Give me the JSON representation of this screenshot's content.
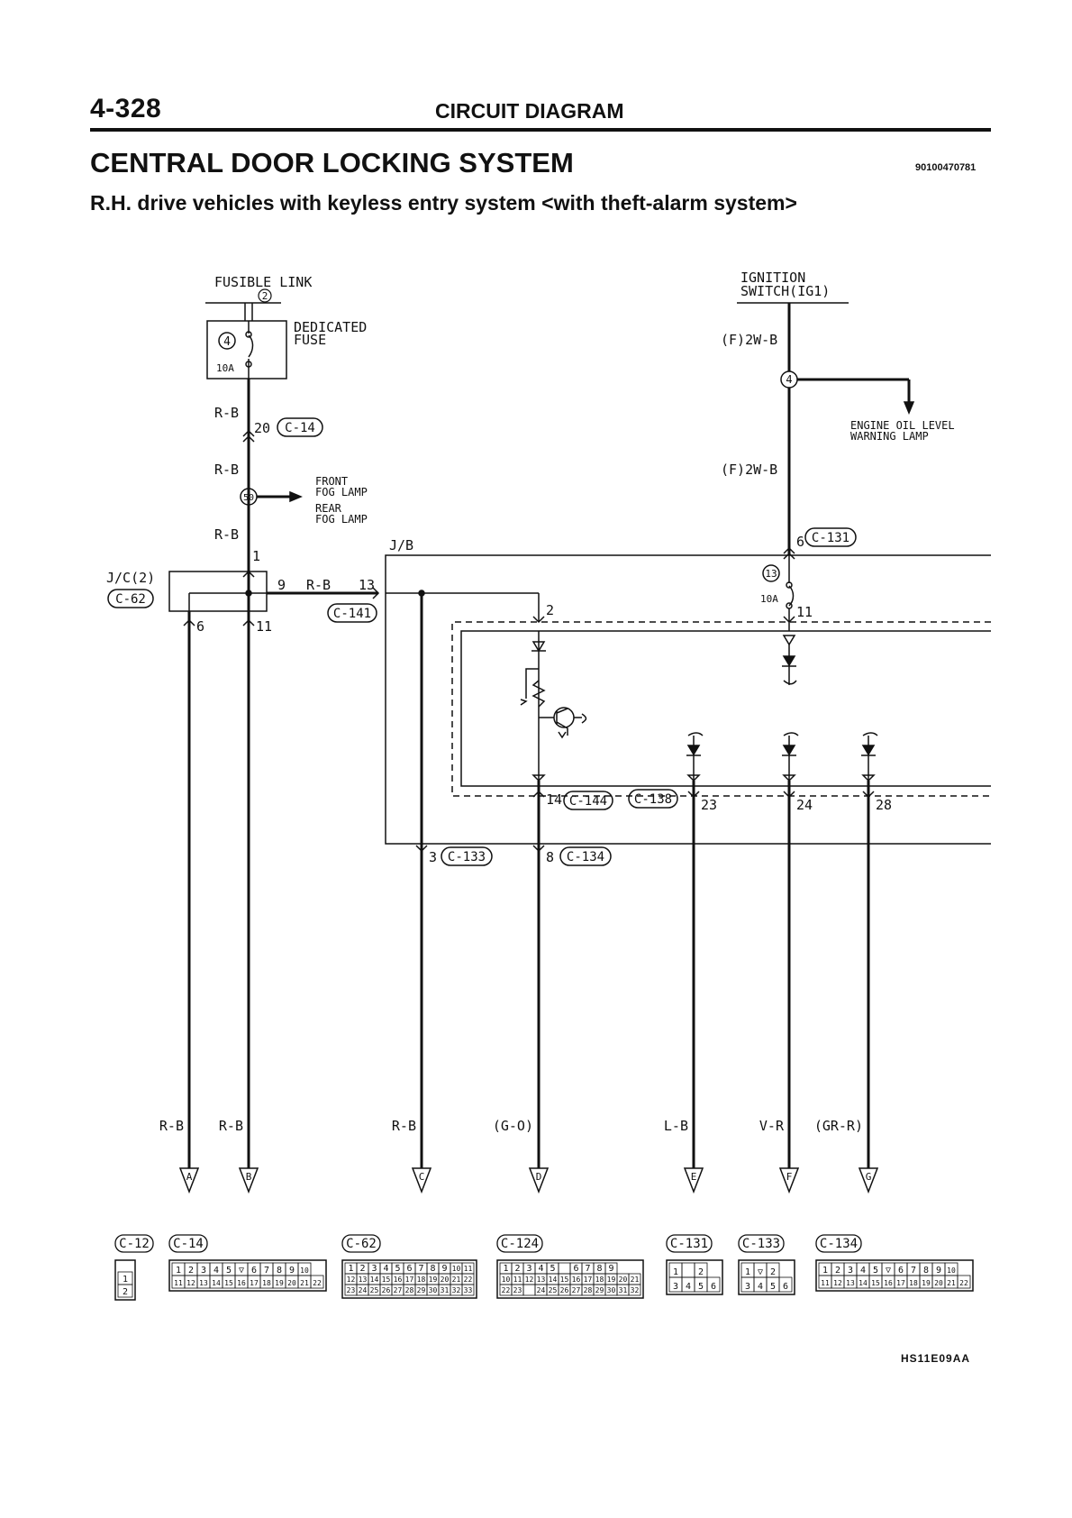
{
  "header": {
    "page_number": "4-328",
    "section": "CIRCUIT DIAGRAM",
    "title": "CENTRAL DOOR LOCKING SYSTEM",
    "doc_code": "90100470781",
    "subtitle": "R.H. drive vehicles with keyless entry system <with theft-alarm system>"
  },
  "diagram": {
    "fusible_link": "FUSIBLE LINK",
    "fusible_link_num": "2",
    "dedicated_fuse_1": "DEDICATED",
    "dedicated_fuse_2": "FUSE",
    "fuse4_num": "4",
    "fuse4_amp": "10A",
    "ignition_switch_1": "IGNITION",
    "ignition_switch_2": "SWITCH(IG1)",
    "wire_f2wb_1": "(F)2W-B",
    "wire_f2wb_2": "(F)2W-B",
    "junction_4": "4",
    "engine_oil_1": "ENGINE OIL LEVEL",
    "engine_oil_2": "WARNING LAMP",
    "wire_rb_1": "R-B",
    "pin_20": "20",
    "conn_c14": "C-14",
    "wire_rb_2": "R-B",
    "junction_50": "50",
    "front_fog": "FRONT",
    "front_fog_2": "FOG LAMP",
    "rear_fog": "REAR",
    "rear_fog_2": "FOG LAMP",
    "wire_rb_3": "R-B",
    "pin_1": "1",
    "jb_label": "J/B",
    "pin_6_top": "6",
    "conn_c131": "C-131",
    "fuse13_num": "13",
    "fuse13_amp": "10A",
    "pin_11_jb": "11",
    "jc_label": "J/C(2)",
    "conn_c62": "C-62",
    "pin_9": "9",
    "wire_rb_9": "R-B",
    "pin_13": "13",
    "conn_c141": "C-141",
    "pin_2": "2",
    "pin_6": "6",
    "pin_11": "11",
    "pin_14": "14",
    "conn_c144": "C-144",
    "conn_c138": "C-138",
    "pin_23": "23",
    "pin_24": "24",
    "pin_28": "28",
    "pin_3": "3",
    "conn_c133": "C-133",
    "pin_8": "8",
    "conn_c134": "C-134"
  },
  "outputs": [
    {
      "wire": "R-B",
      "letter": "A"
    },
    {
      "wire": "R-B",
      "letter": "B"
    },
    {
      "wire": "R-B",
      "letter": "C"
    },
    {
      "wire": "(G-O)",
      "letter": "D"
    },
    {
      "wire": "L-B",
      "letter": "E"
    },
    {
      "wire": "V-R",
      "letter": "F"
    },
    {
      "wire": "(GR-R)",
      "letter": "G"
    }
  ],
  "connectors": [
    {
      "label": "C-12",
      "rows": [
        [
          "1"
        ],
        [
          "2"
        ]
      ]
    },
    {
      "label": "C-14",
      "rows": [
        [
          "1",
          "2",
          "3",
          "4",
          "5",
          "▽",
          "6",
          "7",
          "8",
          "9",
          "10"
        ],
        [
          "11",
          "12",
          "13",
          "14",
          "15",
          "16",
          "17",
          "18",
          "19",
          "20",
          "21",
          "22"
        ]
      ]
    },
    {
      "label": "C-62",
      "rows": [
        [
          "1",
          "2",
          "3",
          "4",
          "5",
          "6",
          "7",
          "8",
          "9",
          "10",
          "11"
        ],
        [
          "12",
          "13",
          "14",
          "15",
          "16",
          "17",
          "18",
          "19",
          "20",
          "21",
          "22"
        ],
        [
          "23",
          "24",
          "25",
          "26",
          "27",
          "28",
          "29",
          "30",
          "31",
          "32",
          "33"
        ]
      ]
    },
    {
      "label": "C-124",
      "rows": [
        [
          "1",
          "2",
          "3",
          "4",
          "5",
          "",
          "6",
          "7",
          "8",
          "9"
        ],
        [
          "10",
          "11",
          "12",
          "13",
          "14",
          "15",
          "16",
          "17",
          "18",
          "19",
          "20",
          "21"
        ],
        [
          "22",
          "23",
          "",
          "24",
          "25",
          "26",
          "27",
          "28",
          "29",
          "30",
          "31",
          "32"
        ]
      ]
    },
    {
      "label": "C-131",
      "rows": [
        [
          "1",
          "",
          "2"
        ],
        [
          "3",
          "4",
          "5",
          "6"
        ]
      ]
    },
    {
      "label": "C-133",
      "rows": [
        [
          "1",
          "▽",
          "2"
        ],
        [
          "3",
          "4",
          "5",
          "6"
        ]
      ]
    },
    {
      "label": "C-134",
      "rows": [
        [
          "1",
          "2",
          "3",
          "4",
          "5",
          "▽",
          "6",
          "7",
          "8",
          "9",
          "10"
        ],
        [
          "11",
          "12",
          "13",
          "14",
          "15",
          "16",
          "17",
          "18",
          "19",
          "20",
          "21",
          "22"
        ]
      ]
    }
  ],
  "footer": {
    "code": "HS11E09AA"
  }
}
